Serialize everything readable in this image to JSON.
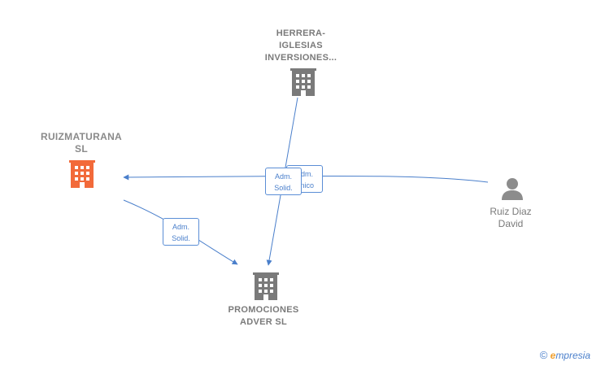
{
  "colors": {
    "edge": "#4a7fcb",
    "company_gray": "#7a7a7a",
    "company_highlight": "#f26a3a",
    "person": "#8c8c8c"
  },
  "nodes": {
    "herrera": {
      "line1": "HERRERA-",
      "line2": "IGLESIAS",
      "line3": "INVERSIONES...",
      "icon": "building-icon"
    },
    "ruizmaturana": {
      "line1": "RUIZMATURANA",
      "line2": "SL",
      "icon": "building-icon"
    },
    "ruiz_diaz": {
      "line1": "Ruiz Diaz",
      "line2": "David",
      "icon": "person-icon"
    },
    "promociones": {
      "line1": "PROMOCIONES",
      "line2": "ADVER  SL",
      "icon": "building-icon"
    }
  },
  "edges": {
    "adm_unico": {
      "line1": "Adm.",
      "line2": "Unico"
    },
    "adm_solid_center": {
      "line1": "Adm.",
      "line2": "Solid."
    },
    "adm_solid_left": {
      "line1": "Adm.",
      "line2": "Solid."
    }
  },
  "brand": {
    "copyright": "©",
    "e": "e",
    "name": "mpresia"
  }
}
